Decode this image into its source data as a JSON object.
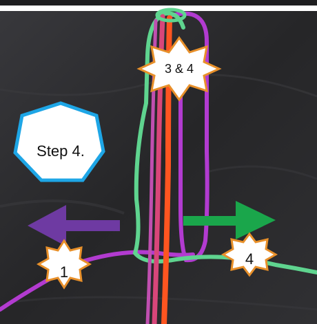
{
  "image": {
    "colors": {
      "background": "#2b2b2e",
      "border": "#ffffff",
      "green_yarn": "#5fd48f",
      "purple_yarn": "#b23bd0",
      "pink_yarn": "#d8467a",
      "orange_yarn": "#ff5520",
      "purple_arrow": "#6e3aa2",
      "green_arrow": "#1aa64b",
      "badge_fill": "#ffffff",
      "badge_border_orange": "#e8902a",
      "badge_border_blue": "#1ea6e6"
    },
    "labels": {
      "step": "Step 4.",
      "strands": "3 & 4",
      "left_number": "1",
      "right_number": "4"
    },
    "icons": [
      "left-arrow-icon",
      "right-arrow-icon",
      "heptagon-badge-icon",
      "star-badge-icon"
    ]
  }
}
